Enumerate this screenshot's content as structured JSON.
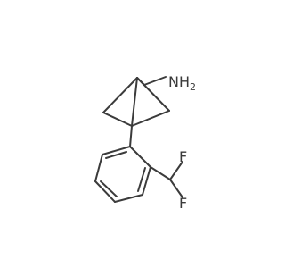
{
  "molecule": {
    "atoms": {
      "amine": "NH",
      "amine_subscript": "2",
      "fluorine_top": "F",
      "fluorine_bottom": "F"
    }
  }
}
